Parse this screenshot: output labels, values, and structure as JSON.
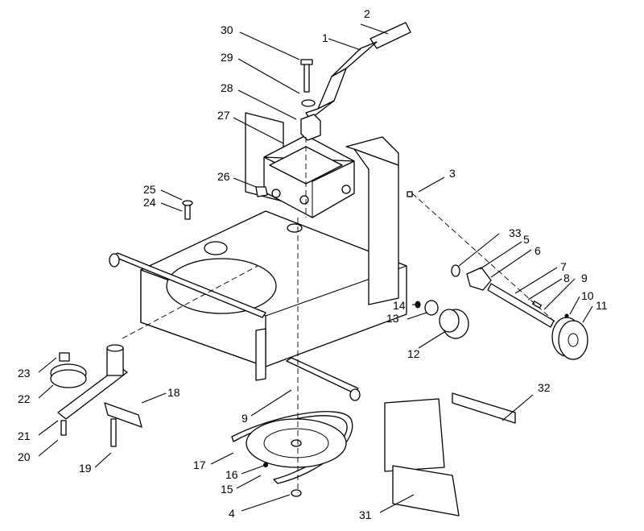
{
  "callouts": [
    {
      "n": "1"
    },
    {
      "n": "2"
    },
    {
      "n": "3"
    },
    {
      "n": "4"
    },
    {
      "n": "5"
    },
    {
      "n": "6"
    },
    {
      "n": "7"
    },
    {
      "n": "8"
    },
    {
      "n": "9"
    },
    {
      "n": "9"
    },
    {
      "n": "10"
    },
    {
      "n": "11"
    },
    {
      "n": "12"
    },
    {
      "n": "13"
    },
    {
      "n": "14"
    },
    {
      "n": "15"
    },
    {
      "n": "16"
    },
    {
      "n": "17"
    },
    {
      "n": "18"
    },
    {
      "n": "19"
    },
    {
      "n": "20"
    },
    {
      "n": "21"
    },
    {
      "n": "22"
    },
    {
      "n": "23"
    },
    {
      "n": "24"
    },
    {
      "n": "25"
    },
    {
      "n": "26"
    },
    {
      "n": "27"
    },
    {
      "n": "28"
    },
    {
      "n": "29"
    },
    {
      "n": "30"
    },
    {
      "n": "31"
    },
    {
      "n": "32"
    },
    {
      "n": "33"
    }
  ]
}
